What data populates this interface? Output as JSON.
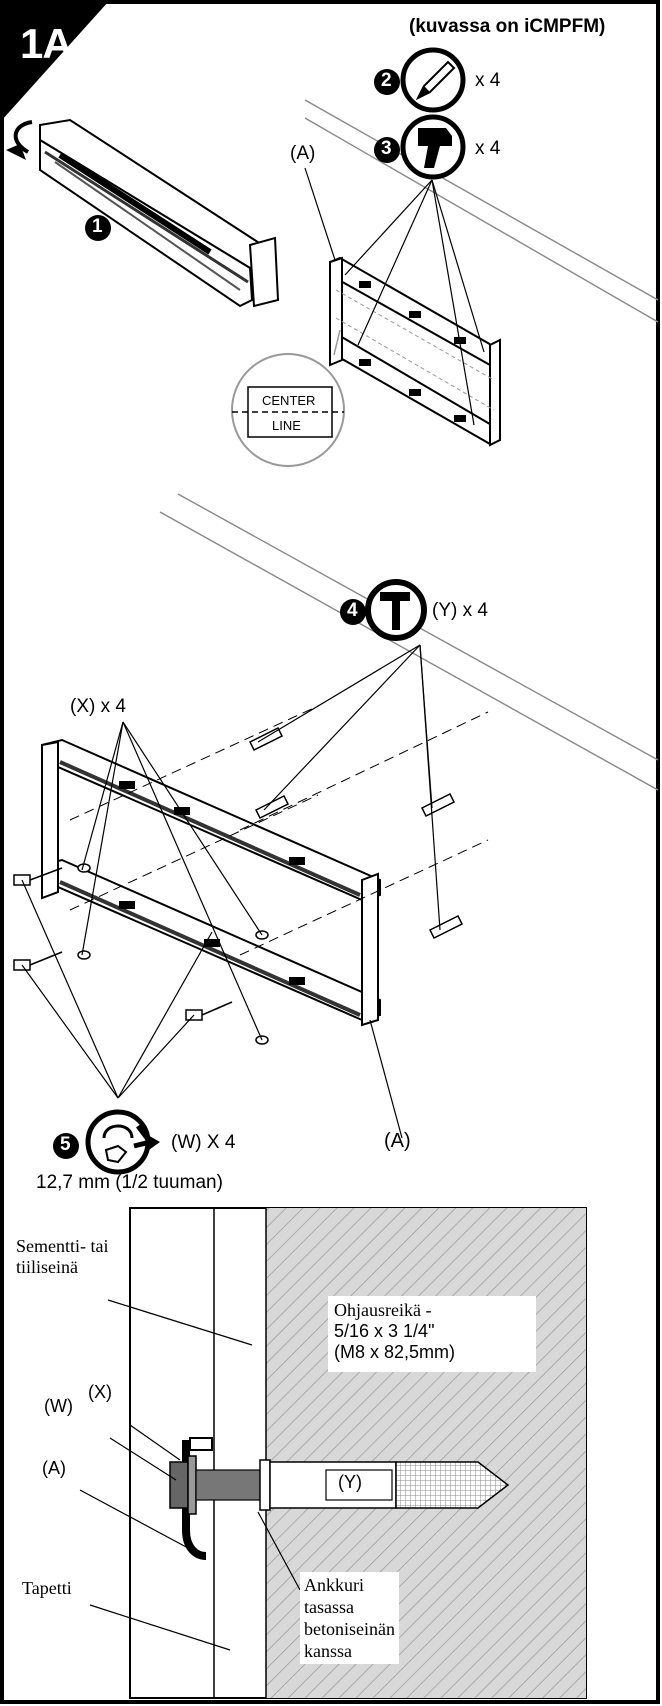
{
  "step": {
    "number": "1A"
  },
  "note": "(kuvassa on iCMPFM)",
  "steps": {
    "s1": {
      "num": "1"
    },
    "s2": {
      "num": "2",
      "qty": "x 4",
      "icon": "pencil-icon"
    },
    "s3": {
      "num": "3",
      "qty": "x 4",
      "icon": "drill-icon"
    },
    "s4": {
      "num": "4",
      "qty": "(Y) x 4",
      "icon": "hammer-icon"
    },
    "s5": {
      "num": "5",
      "qty": "(W) X  4",
      "icon": "wrench-socket-icon",
      "size": "12,7 mm (1/2 tuuman)"
    }
  },
  "labels": {
    "a_top": "(A)",
    "center": "CENTER",
    "line": "LINE",
    "x_qty": "(X) x 4",
    "a_bottom": "(A)"
  },
  "detail": {
    "wall": "Sementti- tai tiiliseinä",
    "wall_line1": "Sementti- tai",
    "wall_line2": "tiiliseinä",
    "pilot_line1": "Ohjausreikä -",
    "pilot_line2": "5/16 x 3 1/4\"",
    "pilot_line3": "(M8 x 82,5mm)",
    "x": "(X)",
    "w": "(W)",
    "a": "(A)",
    "y": "(Y)",
    "wallpaper": "Tapetti",
    "anchor_line1": "Ankkuri",
    "anchor_line2": "tasassa",
    "anchor_line3": "betoniseinän",
    "anchor_line4": "kanssa"
  },
  "colors": {
    "ink": "#000000",
    "paper": "#ffffff",
    "wall_hatch": "#999999",
    "bolt": "#777777"
  }
}
